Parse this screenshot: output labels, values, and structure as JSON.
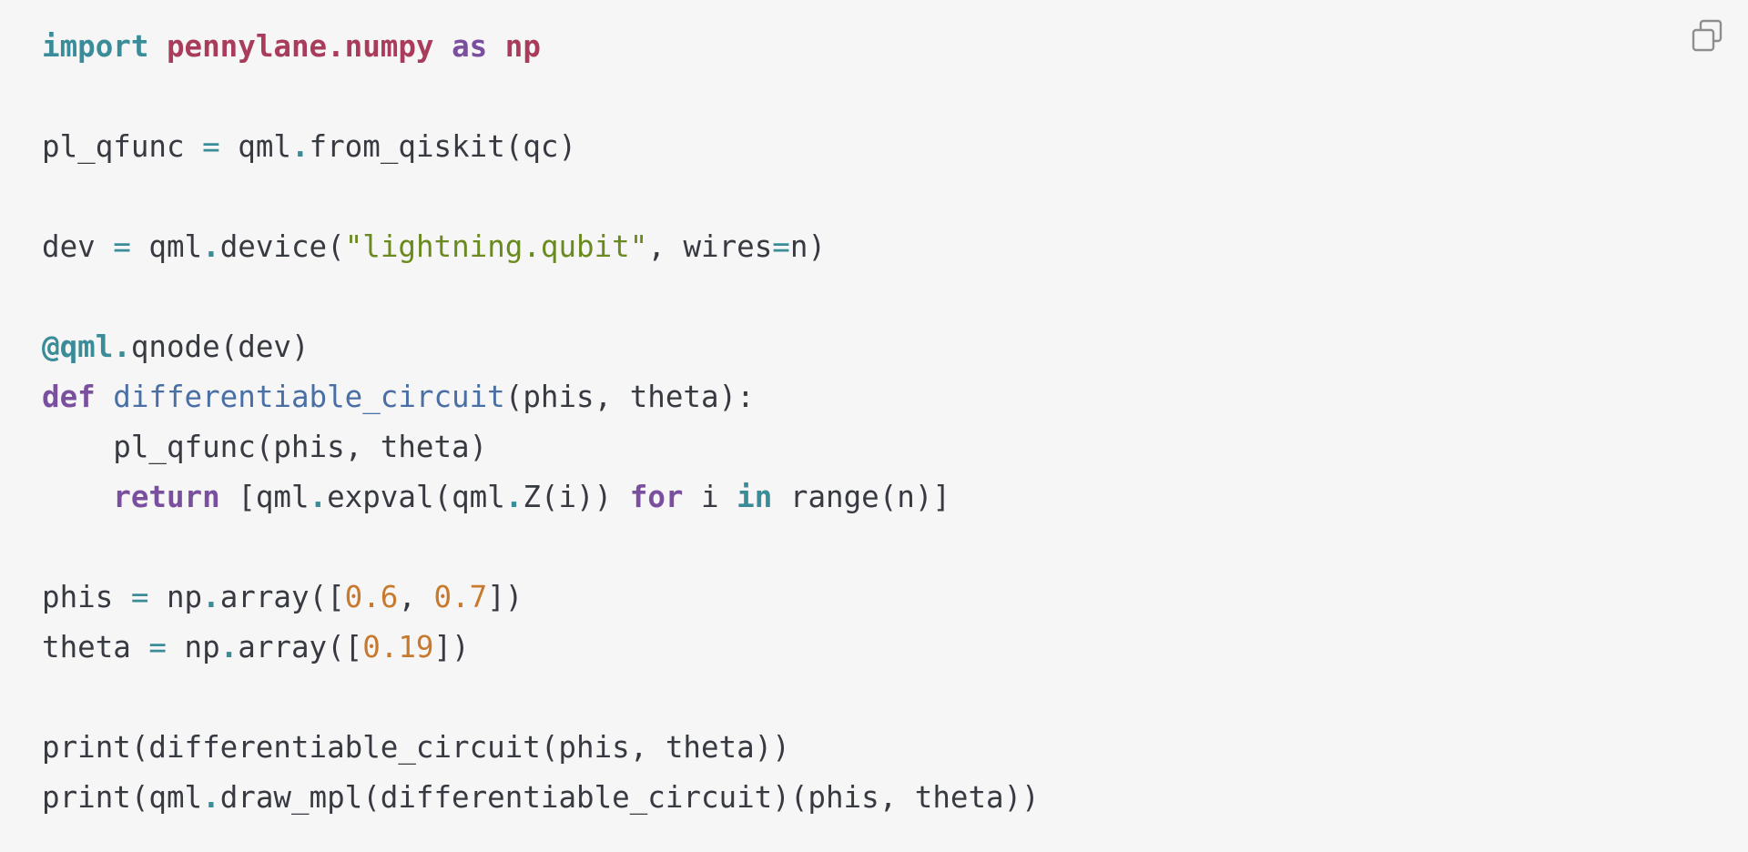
{
  "copy_icon": "copy-icon",
  "colors": {
    "background": "#f6f6f6",
    "keyword": "#3a8c99",
    "keyword_alt": "#7a4f9e",
    "module": "#a83c5a",
    "function_name": "#4a6fa5",
    "string": "#6a8a1f",
    "number": "#c77a2e",
    "text": "#383a42"
  },
  "code_lines": [
    [
      {
        "t": "import",
        "c": "keyword"
      },
      {
        "t": " ",
        "c": "plain"
      },
      {
        "t": "pennylane.numpy",
        "c": "module"
      },
      {
        "t": " ",
        "c": "plain"
      },
      {
        "t": "as",
        "c": "keyword2"
      },
      {
        "t": " ",
        "c": "plain"
      },
      {
        "t": "np",
        "c": "module"
      }
    ],
    [],
    [
      {
        "t": "pl_qfunc ",
        "c": "plain"
      },
      {
        "t": "=",
        "c": "operator"
      },
      {
        "t": " qml",
        "c": "plain"
      },
      {
        "t": ".",
        "c": "dot"
      },
      {
        "t": "from_qiskit(qc)",
        "c": "plain"
      }
    ],
    [],
    [
      {
        "t": "dev ",
        "c": "plain"
      },
      {
        "t": "=",
        "c": "operator"
      },
      {
        "t": " qml",
        "c": "plain"
      },
      {
        "t": ".",
        "c": "dot"
      },
      {
        "t": "device(",
        "c": "plain"
      },
      {
        "t": "\"lightning.qubit\"",
        "c": "string"
      },
      {
        "t": ", wires",
        "c": "plain"
      },
      {
        "t": "=",
        "c": "operator"
      },
      {
        "t": "n)",
        "c": "plain"
      }
    ],
    [],
    [
      {
        "t": "@qml",
        "c": "decorator"
      },
      {
        "t": ".",
        "c": "dot"
      },
      {
        "t": "qnode(dev)",
        "c": "plain"
      }
    ],
    [
      {
        "t": "def",
        "c": "keyword2"
      },
      {
        "t": " ",
        "c": "plain"
      },
      {
        "t": "differentiable_circuit",
        "c": "funcname"
      },
      {
        "t": "(phis, theta):",
        "c": "plain"
      }
    ],
    [
      {
        "t": "    pl_qfunc(phis, theta)",
        "c": "plain"
      }
    ],
    [
      {
        "t": "    ",
        "c": "plain"
      },
      {
        "t": "return",
        "c": "keyword2"
      },
      {
        "t": " [qml",
        "c": "plain"
      },
      {
        "t": ".",
        "c": "dot"
      },
      {
        "t": "expval(qml",
        "c": "plain"
      },
      {
        "t": ".",
        "c": "dot"
      },
      {
        "t": "Z(i)) ",
        "c": "plain"
      },
      {
        "t": "for",
        "c": "keyword2"
      },
      {
        "t": " i ",
        "c": "plain"
      },
      {
        "t": "in",
        "c": "keyword"
      },
      {
        "t": " range(n)]",
        "c": "plain"
      }
    ],
    [],
    [
      {
        "t": "phis ",
        "c": "plain"
      },
      {
        "t": "=",
        "c": "operator"
      },
      {
        "t": " np",
        "c": "plain"
      },
      {
        "t": ".",
        "c": "dot"
      },
      {
        "t": "array([",
        "c": "plain"
      },
      {
        "t": "0.6",
        "c": "number"
      },
      {
        "t": ", ",
        "c": "plain"
      },
      {
        "t": "0.7",
        "c": "number"
      },
      {
        "t": "])",
        "c": "plain"
      }
    ],
    [
      {
        "t": "theta ",
        "c": "plain"
      },
      {
        "t": "=",
        "c": "operator"
      },
      {
        "t": " np",
        "c": "plain"
      },
      {
        "t": ".",
        "c": "dot"
      },
      {
        "t": "array([",
        "c": "plain"
      },
      {
        "t": "0.19",
        "c": "number"
      },
      {
        "t": "])",
        "c": "plain"
      }
    ],
    [],
    [
      {
        "t": "print(differentiable_circuit(phis, theta))",
        "c": "plain"
      }
    ],
    [
      {
        "t": "print(qml",
        "c": "plain"
      },
      {
        "t": ".",
        "c": "dot"
      },
      {
        "t": "draw_mpl(differentiable_circuit)(phis, theta))",
        "c": "plain"
      }
    ]
  ]
}
